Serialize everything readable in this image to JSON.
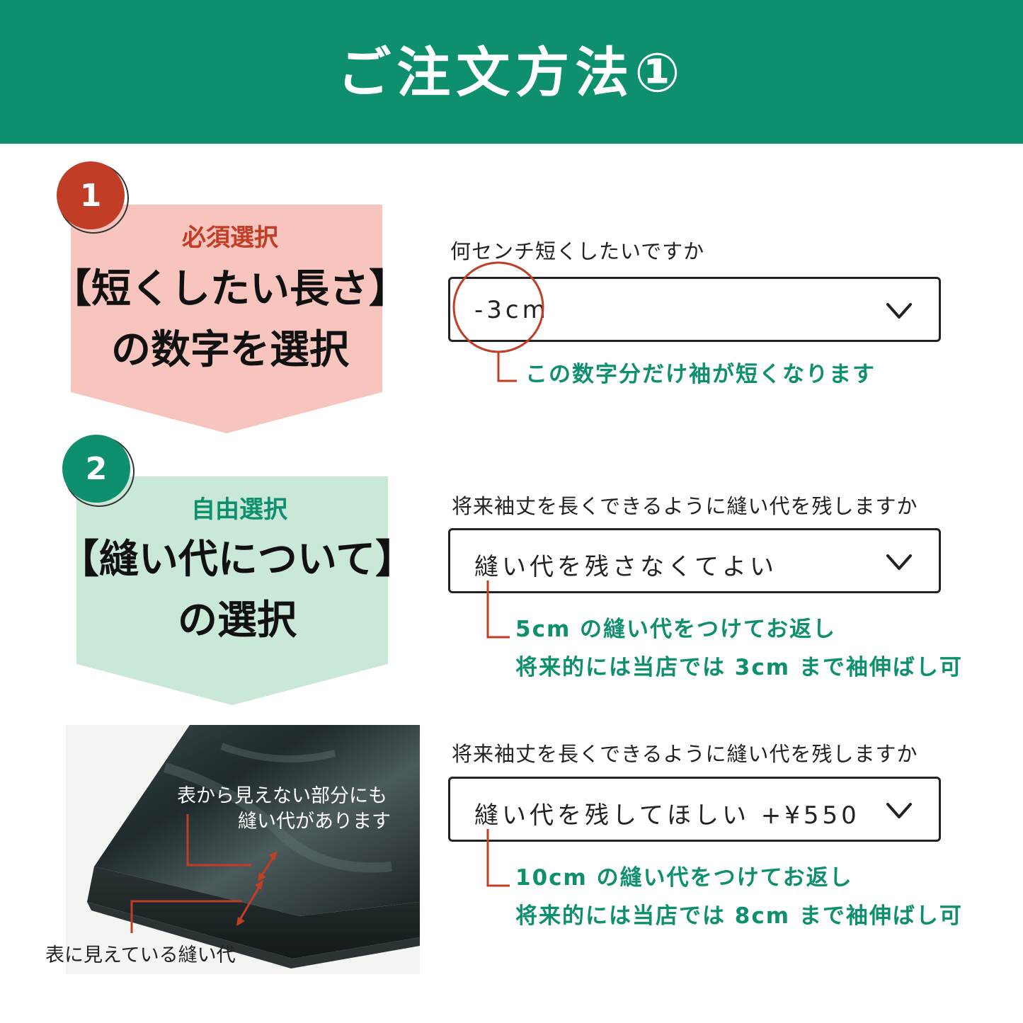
{
  "header": {
    "title": "ご注文方法①"
  },
  "steps": [
    {
      "number": "1",
      "tag": "必須選択",
      "title_line1": "【短くしたい長さ】",
      "title_line2": "の数字を選択"
    },
    {
      "number": "2",
      "tag": "自由選択",
      "title_line1": "【縫い代について】",
      "title_line2": "の選択"
    }
  ],
  "select1": {
    "label": "何センチ短くしたいですか",
    "value": "-3cm",
    "note": "この数字分だけ袖が短くなります"
  },
  "select2": {
    "label": "将来袖丈を長くできるように縫い代を残しますか",
    "value": "縫い代を残さなくてよい",
    "note_line1": "5cm の縫い代をつけてお返し",
    "note_line2": "将来的には当店では 3cm まで袖伸ばし可"
  },
  "select3": {
    "label": "将来袖丈を長くできるように縫い代を残しますか",
    "value": "縫い代を残してほしい +¥550",
    "note_line1": "10cm の縫い代をつけてお返し",
    "note_line2": "将来的には当店では 8cm まで袖伸ばし可"
  },
  "photo": {
    "caption_hidden_line1": "表から見えない部分にも",
    "caption_hidden_line2": "縫い代があります",
    "caption_visible": "表に見えている縫い代"
  },
  "colors": {
    "green": "#0e8f6e",
    "red": "#c13d25",
    "pink": "#f7c5bd",
    "mint": "#c9e8d7"
  }
}
